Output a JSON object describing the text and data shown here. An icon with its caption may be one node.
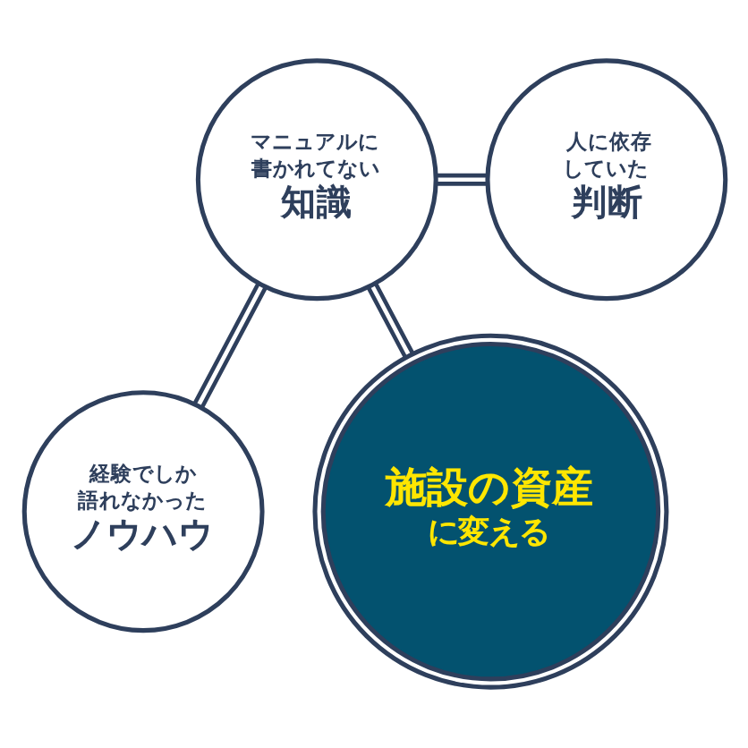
{
  "diagram": {
    "nodes": [
      {
        "text": [
          "マニュアルに書かれてない",
          "知識"
        ]
      },
      {
        "text": [
          "人に依存していた",
          "判断"
        ]
      },
      {
        "text": [
          "経験でしか語れなかった",
          "ノウハウ"
        ]
      },
      {
        "text": [
          "施設の資産",
          "に変える"
        ]
      }
    ],
    "edges": [
      {
        "from": 0,
        "to": 1,
        "arrow": "none"
      },
      {
        "from": 0,
        "to": 2,
        "arrow": "none"
      },
      {
        "from": 0,
        "to": 3,
        "arrow": "none"
      }
    ]
  }
}
